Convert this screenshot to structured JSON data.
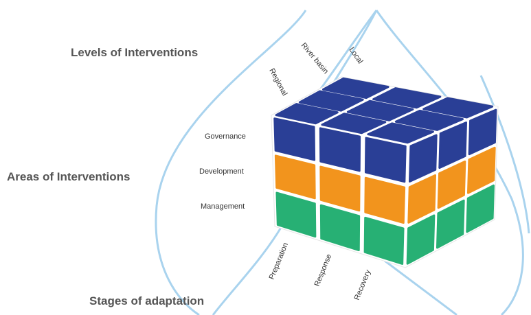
{
  "headings": {
    "levels": "Levels of Interventions",
    "areas": "Areas of Interventions",
    "stages": "Stages of adaptation"
  },
  "levels": [
    "Regional",
    "River basin",
    "Local"
  ],
  "areas": [
    "Governance",
    "Development",
    "Management"
  ],
  "stages": [
    "Preparation",
    "Response",
    "Recovery"
  ],
  "colors": {
    "governance": "#2a3f96",
    "development": "#f2941d",
    "management": "#27b074",
    "drop_outline": "#a9d3ee",
    "cube_body": "#ffffff",
    "heading_text": "#555555",
    "label_text": "#333333"
  }
}
